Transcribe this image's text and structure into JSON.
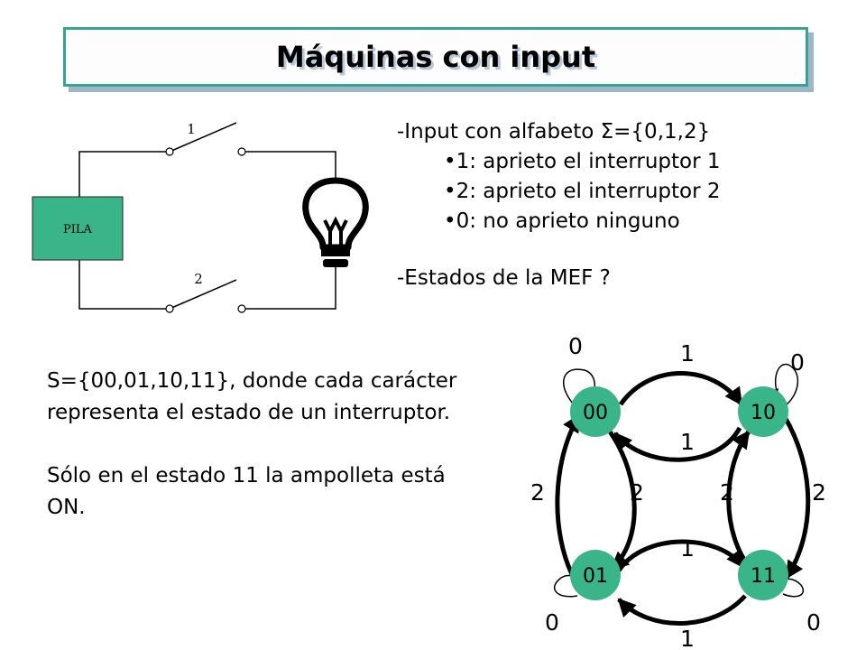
{
  "title": "Máquinas con input",
  "circuit": {
    "battery_label": "PILA",
    "switch_top_label": "1",
    "switch_bottom_label": "2"
  },
  "bullets": {
    "input_line_prefix": "-Input con alfabeto ",
    "sigma_symbol": "Σ",
    "input_line_suffix": "={0,1,2}",
    "items": [
      "•1: aprieto el interruptor 1",
      "•2: aprieto el interruptor 2",
      "•0: no aprieto ninguno"
    ],
    "states_question": "-Estados de la MEF ?"
  },
  "description": {
    "para1": "S={00,01,10,11}, donde cada carácter representa el estado de un interruptor.",
    "para2": "Sólo en el estado 11 la ampolleta está ON."
  },
  "fsm": {
    "node_color": "#3ab58a",
    "states": [
      "00",
      "10",
      "01",
      "11"
    ],
    "edge_labels": {
      "self_00": "0",
      "self_10": "0",
      "self_01": "0",
      "self_11": "0",
      "top_00_10": "1",
      "top_10_00": "1",
      "bottom_01_11": "1",
      "bottom_11_01": "1",
      "left_outer": "2",
      "left_inner": "2",
      "right_inner": "2",
      "right_outer": "2"
    }
  }
}
